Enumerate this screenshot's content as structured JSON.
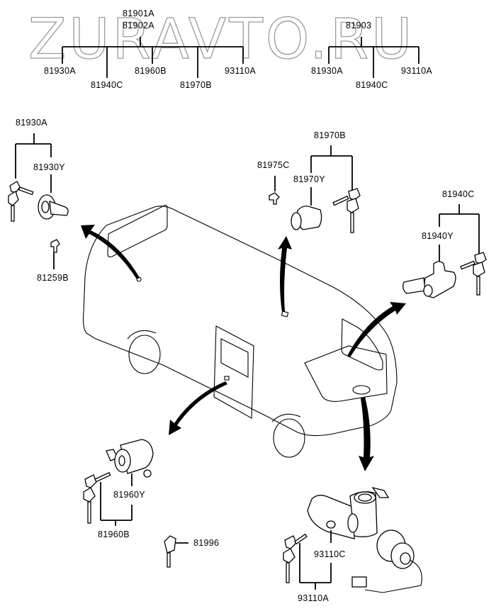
{
  "watermark": "ZURAVTO.RU",
  "diagram": {
    "title": "Door lock & ignition key set",
    "top_left_group": {
      "codes_above": [
        "81901A",
        "81902A"
      ],
      "codes_below": [
        "81930A",
        "81940C",
        "81960B",
        "81970B",
        "93110A"
      ]
    },
    "top_right_group": {
      "code_above": "81903",
      "codes_below": [
        "81930A",
        "81940C",
        "93110A"
      ]
    },
    "callouts": {
      "rear_window_set": "81930A",
      "rear_window_cylinder": "81930Y",
      "rear_window_clip": "81259B",
      "roof_set": "81970B",
      "roof_cylinder": "81970Y",
      "roof_clip": "81975C",
      "front_door_set": "81940C",
      "front_door_cylinder": "81940Y",
      "side_door_cylinder": "81960Y",
      "side_door_set": "81960B",
      "blank_key": "81996",
      "ignition_body": "93110C",
      "ignition_set": "93110A"
    }
  }
}
